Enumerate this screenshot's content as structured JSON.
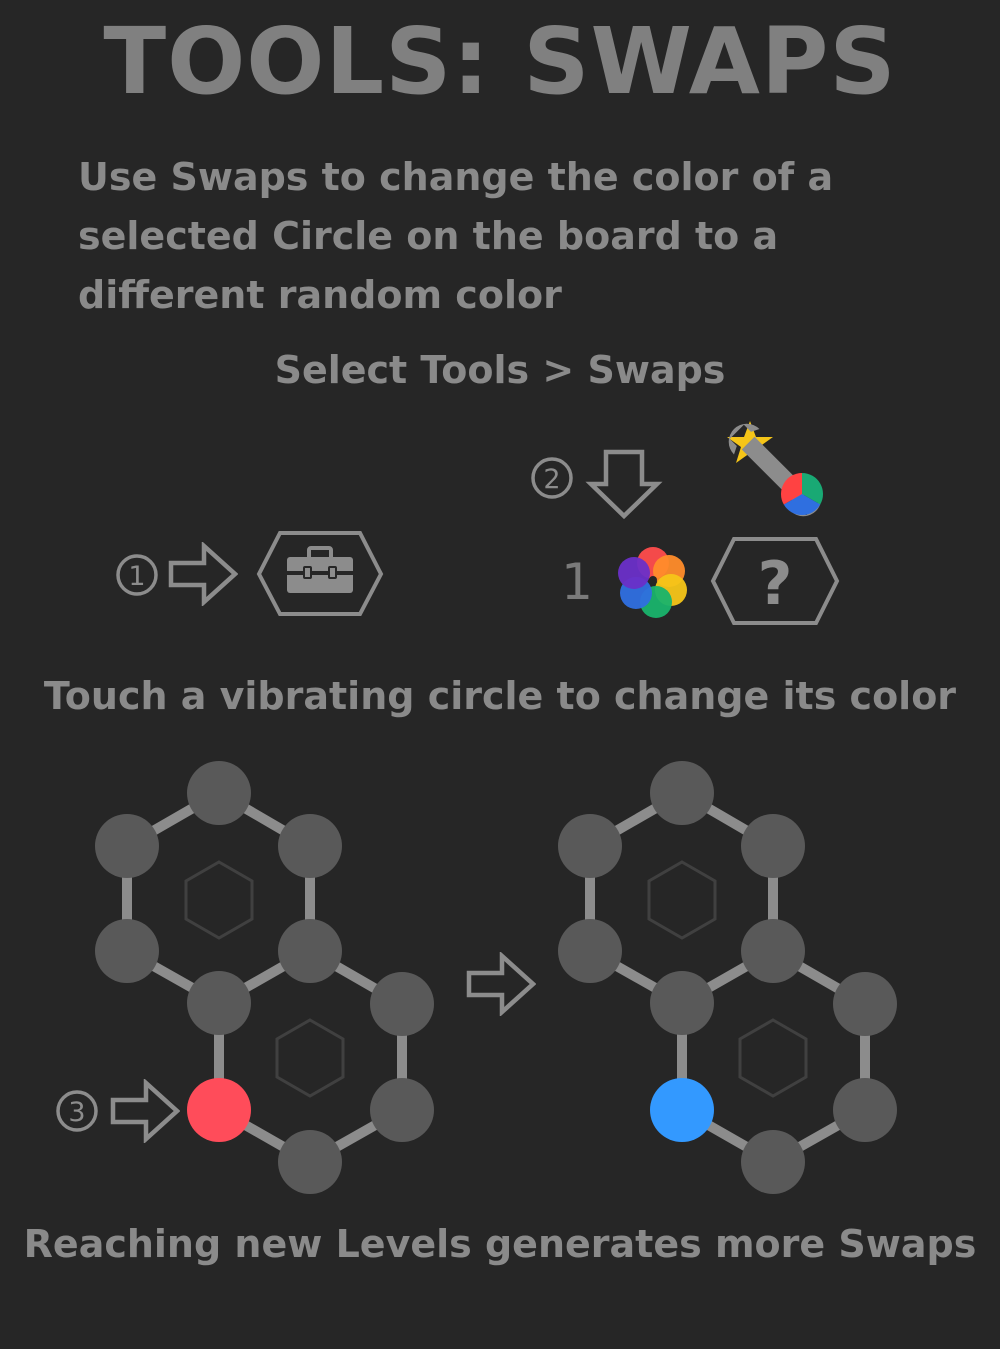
{
  "title": "TOOLS: SWAPS",
  "description": "Use Swaps to change the color of a selected Circle on the board to a different random color",
  "select_caption": "Select Tools > Swaps",
  "touch_caption": "Touch a vibrating circle to change its color",
  "footer_caption": "Reaching new Levels generates more Swaps",
  "steps": [
    "1",
    "2",
    "3"
  ],
  "swap_count": "1",
  "unknown_button_symbol": "?",
  "icons": {
    "toolbox": "toolbox-icon",
    "swaps": "color-swap-icon",
    "tools_upgrade": "wrench-star-icon",
    "arrow": "arrow-icon"
  },
  "colors": {
    "background": "#262626",
    "node": "#595959",
    "edge": "#8c8c8c",
    "selected_before": "#ff4c5a",
    "selected_after": "#3399ff",
    "star": "#f5c518"
  }
}
